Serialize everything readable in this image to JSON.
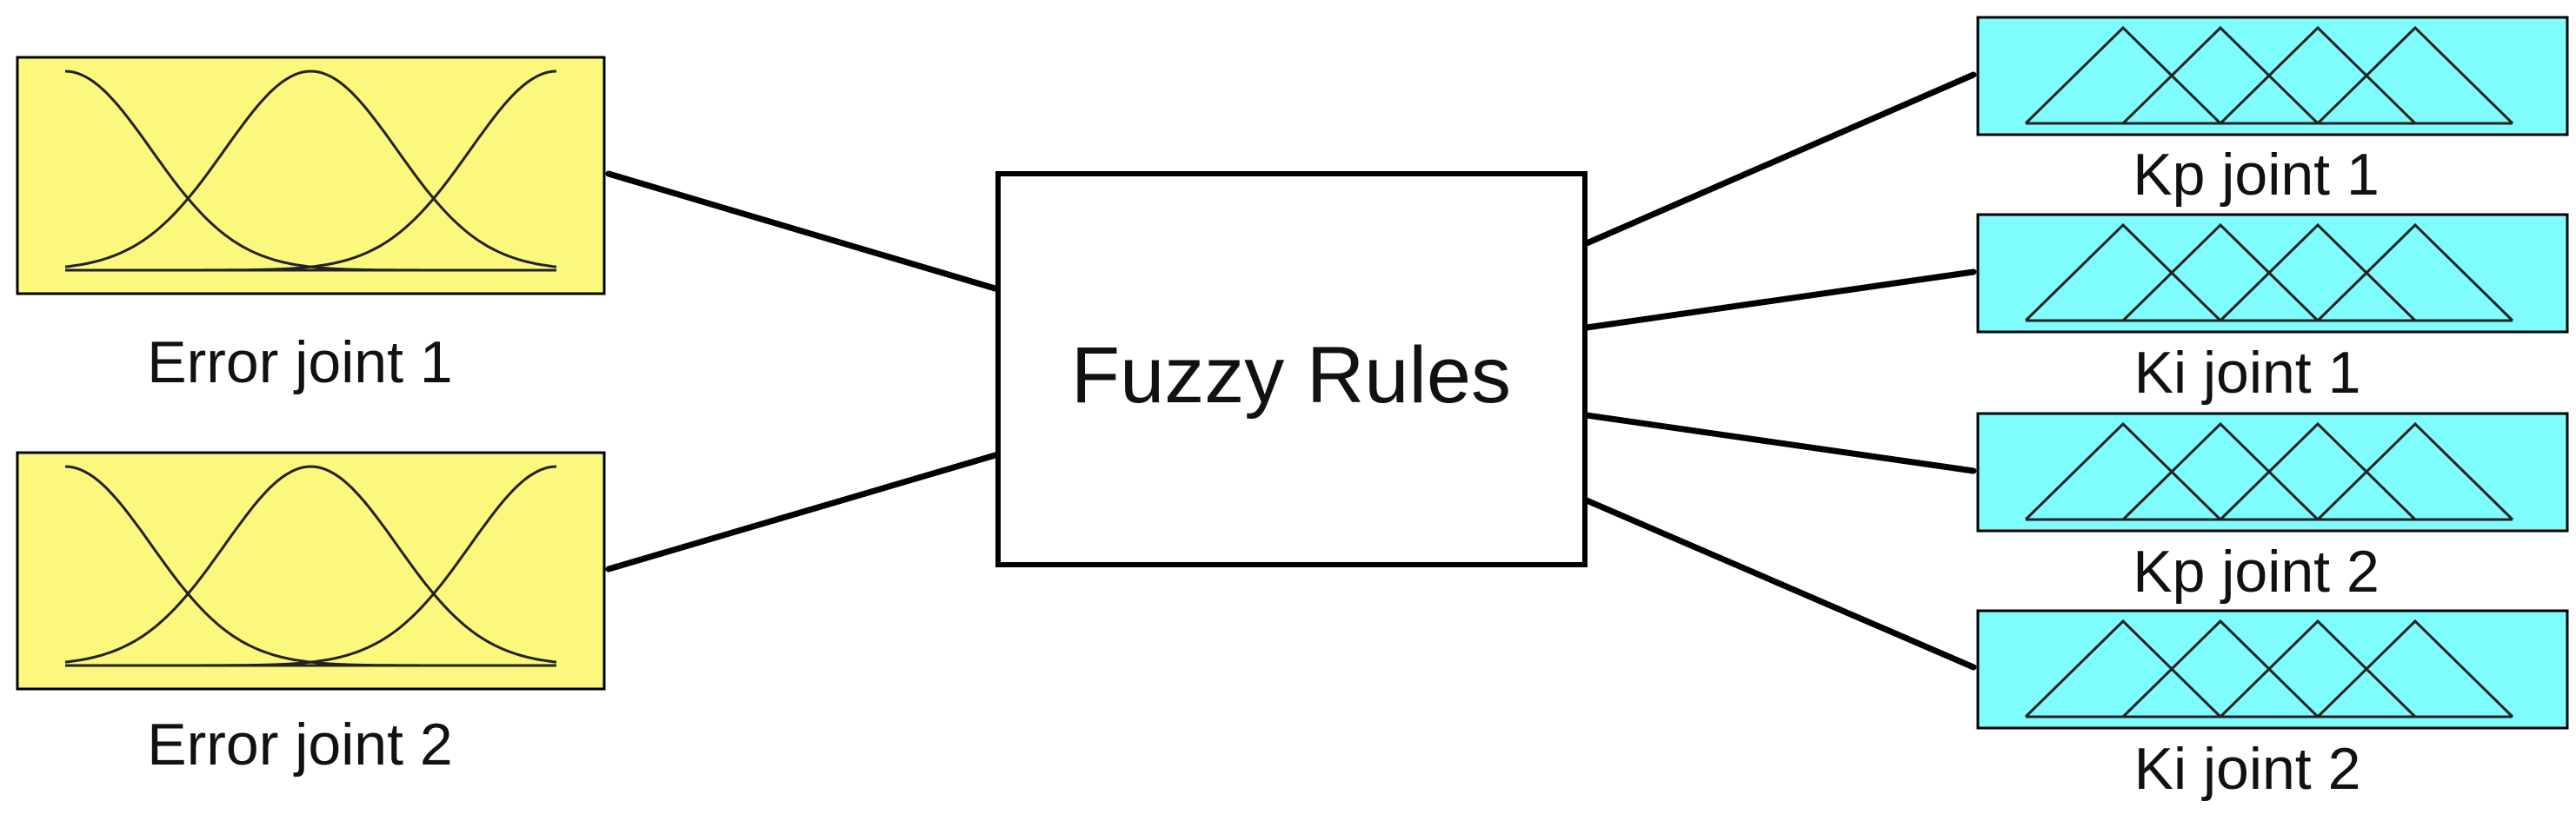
{
  "diagram": {
    "inputs": [
      {
        "label": "Error joint 1",
        "mf_shape": "gaussian",
        "mf_count": 3,
        "fill": "#FBF87E"
      },
      {
        "label": "Error joint 2",
        "mf_shape": "gaussian",
        "mf_count": 3,
        "fill": "#FBF87E"
      }
    ],
    "rules": {
      "label": "Fuzzy Rules"
    },
    "outputs": [
      {
        "label": "Kp joint 1",
        "mf_shape": "triangular",
        "mf_count": 4,
        "fill": "#7FFCFD"
      },
      {
        "label": "Ki joint 1",
        "mf_shape": "triangular",
        "mf_count": 4,
        "fill": "#7FFCFD"
      },
      {
        "label": "Kp joint 2",
        "mf_shape": "triangular",
        "mf_count": 4,
        "fill": "#7FFCFD"
      },
      {
        "label": "Ki joint 2",
        "mf_shape": "triangular",
        "mf_count": 4,
        "fill": "#7FFCFD"
      }
    ],
    "colors": {
      "input_fill": "#FBF87E",
      "output_fill": "#7FFCFD",
      "rules_fill": "#FFFFFF",
      "stroke": "#000000"
    }
  }
}
